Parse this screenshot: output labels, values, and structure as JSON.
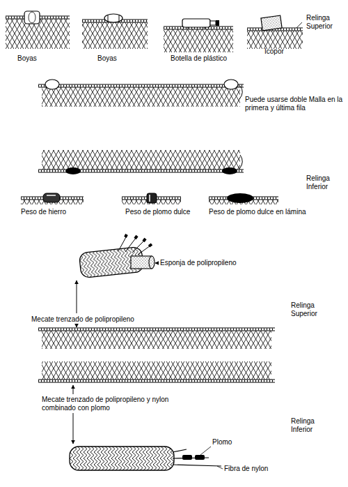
{
  "diagram": {
    "labels": [
      "Boyas",
      "Boyas",
      "Botella de plástico",
      "Icopor",
      "Relinga Superior",
      "Puede usarse doble Malla en la primera y última fila",
      "Relinga Inferior",
      "Peso de hierro",
      "Peso de plomo dulce",
      "Peso de plomo dulce en lámina",
      "Esponja de polipropileno",
      "Mecate trenzado de polipropileno",
      "Relinga Superior",
      "Mecate trenzado de polipropileno y nylon combinado con plomo",
      "Relinga Inferior",
      "Plomo",
      "Fibra de nylon"
    ]
  }
}
